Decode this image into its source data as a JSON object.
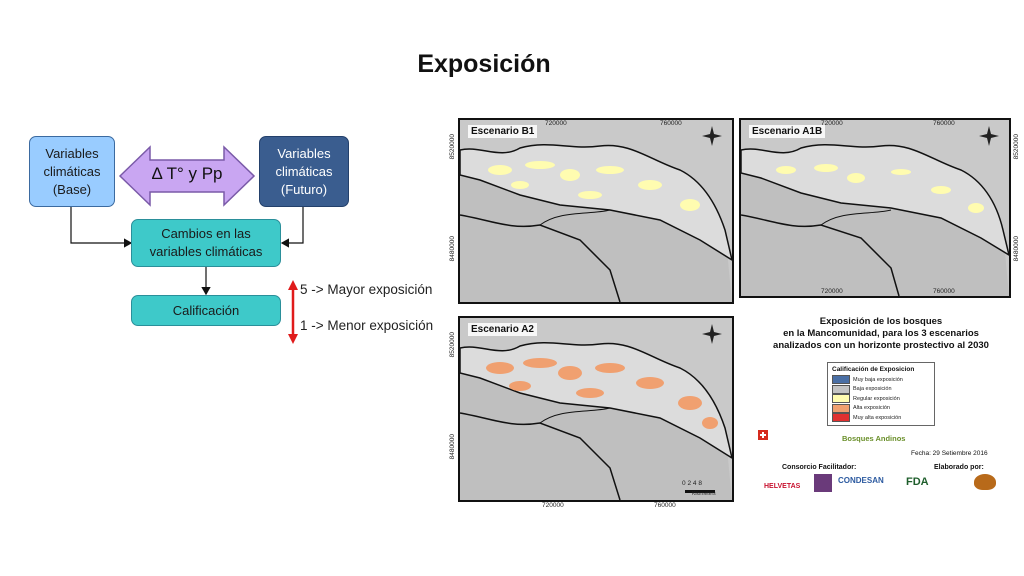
{
  "slide": {
    "title": "Exposición"
  },
  "flow": {
    "box_base": [
      "Variables",
      "climáticas",
      "(Base)"
    ],
    "box_futuro": [
      "Variables",
      "climáticas",
      "(Futuro)"
    ],
    "delta": "Δ T° y Pp",
    "box_cambios": [
      "Cambios en las",
      "variables climáticas"
    ],
    "box_calificacion": "Calificación",
    "colors": {
      "base": "#99ccff",
      "futuro": "#3a5d8f",
      "cambios": "#3ec9c9",
      "delta_arrow": "#c9a6f2",
      "scale_arrow": "#e01b1b"
    }
  },
  "scale": {
    "high": "5 -> Mayor exposición",
    "low": "1 -> Menor exposición"
  },
  "maps": {
    "b1": {
      "title": "Escenario B1",
      "x_ticks": [
        "720000",
        "760000"
      ],
      "y_ticks": [
        "8520000",
        "8480000"
      ],
      "fill": "#fffcb0"
    },
    "a1b": {
      "title": "Escenario A1B",
      "x_ticks": [
        "720000",
        "760000"
      ],
      "x_ticks_bottom": [
        "720000",
        "760000"
      ],
      "y_ticks": [
        "8520000",
        "8480000"
      ],
      "fill": "#fffcb0"
    },
    "a2": {
      "title": "Escenario A2",
      "x_ticks": [
        "720000",
        "760000"
      ],
      "y_ticks": [
        "8520000",
        "8480000"
      ],
      "scalebar": [
        "0",
        "2",
        "4",
        "8"
      ],
      "scalebar_unit": "Kilometers",
      "fill": "#f0a070"
    }
  },
  "legend": {
    "heading": [
      "Exposición de los bosques",
      "en la Mancomunidad, para los 3 escenarios",
      "analizados con un horizonte prostectivo al 2030"
    ],
    "box_title": "Calificación de Exposicion",
    "items": [
      {
        "label": "Muy baja exposición",
        "color": "#4a6fa5"
      },
      {
        "label": "Baja exposición",
        "color": "#c4c4c4"
      },
      {
        "label": "Regular exposición",
        "color": "#fffcb0"
      },
      {
        "label": "Alta exposición",
        "color": "#f0a070"
      },
      {
        "label": "Muy alta exposición",
        "color": "#e03030"
      }
    ],
    "date": "Fecha: 29 Setiembre 2016",
    "consorcio": "Consorcio Facilitador:",
    "elaborado": "Elaborado por:",
    "logos": {
      "bosques": "Bosques Andinos",
      "helvetas": "HELVETAS",
      "condesan": "CONDESAN",
      "fda": "FDA"
    }
  }
}
